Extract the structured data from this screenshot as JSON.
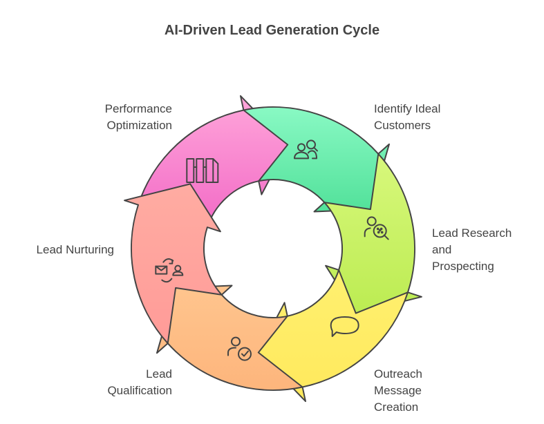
{
  "title": "AI-Driven Lead Generation Cycle",
  "stages": [
    {
      "label_lines": [
        "Identify Ideal",
        "Customers"
      ],
      "icon": "people-search-icon",
      "color_top": "#89f9c4",
      "color_bottom": "#52e19a"
    },
    {
      "label_lines": [
        "Lead Research",
        "and",
        "Prospecting"
      ],
      "icon": "person-magnifier-icon",
      "color_top": "#d8f87c",
      "color_bottom": "#bcec52"
    },
    {
      "label_lines": [
        "Outreach",
        "Message",
        "Creation"
      ],
      "icon": "speech-bubble-icon",
      "color_top": "#fff070",
      "color_bottom": "#ffe95c"
    },
    {
      "label_lines": [
        "Lead",
        "Qualification"
      ],
      "icon": "user-check-icon",
      "color_top": "#ffc58e",
      "color_bottom": "#fdb57c"
    },
    {
      "label_lines": [
        "Lead Nurturing"
      ],
      "icon": "mail-cycle-user-icon",
      "color_top": "#ffaca2",
      "color_bottom": "#ff9b98"
    },
    {
      "label_lines": [
        "Performance",
        "Optimization"
      ],
      "icon": "columns-chart-icon",
      "color_top": "#ffa6da",
      "color_bottom": "#f26ac6"
    }
  ],
  "stroke": "#444444"
}
